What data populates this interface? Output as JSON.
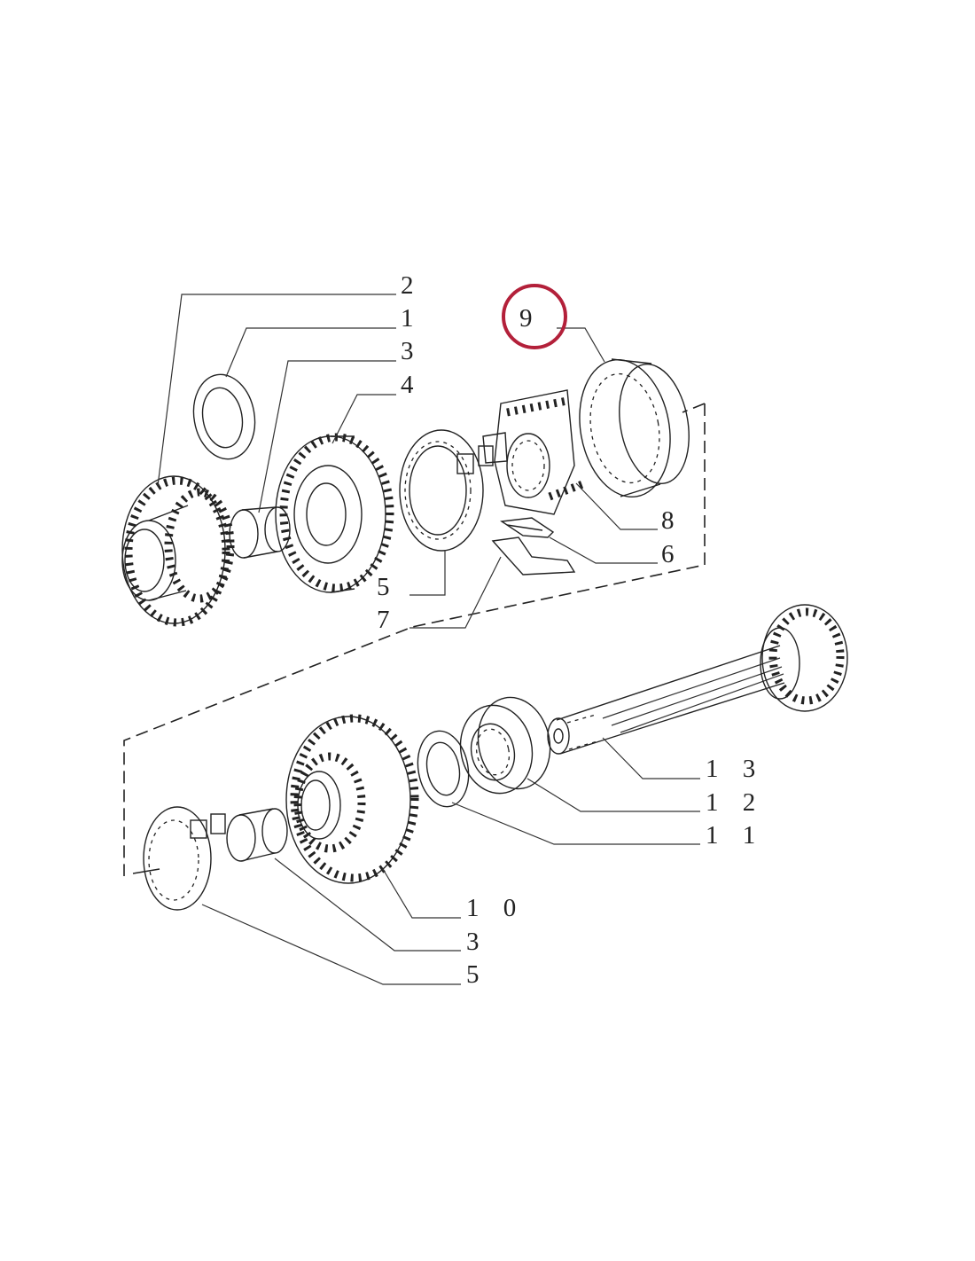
{
  "callouts": {
    "c2": "2",
    "c1": "1",
    "c3a": "3",
    "c4": "4",
    "c9": "9",
    "c8": "8",
    "c6": "6",
    "c5a": "5",
    "c7": "7",
    "c13": "1 3",
    "c12": "1 2",
    "c11": "1 1",
    "c10": "1 0",
    "c3b": "3",
    "c5b": "5"
  },
  "highlight": {
    "callout": "9",
    "color": "#b3203a"
  }
}
